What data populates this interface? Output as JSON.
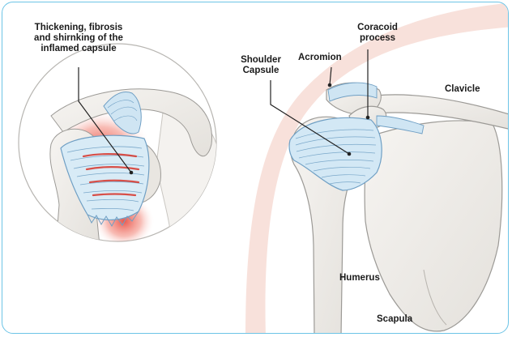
{
  "labels": {
    "inflamed_capsule": "Thickening, fibrosis\nand shirnking of the\ninflamed capsule",
    "shoulder_capsule": "Shoulder\nCapsule",
    "acromion": "Acromion",
    "coracoid_process": "Coracoid\nprocess",
    "clavicle": "Clavicle",
    "humerus": "Humerus",
    "scapula": "Scapula"
  },
  "colors": {
    "border": "#6cc4e6",
    "bone": "#efede9",
    "bone_outline": "#9c9a96",
    "capsule": "#cfe5f3",
    "capsule_stroke": "#6f9fc4",
    "inflammation": "#e53a2e",
    "skin": "#f6d7cf"
  }
}
